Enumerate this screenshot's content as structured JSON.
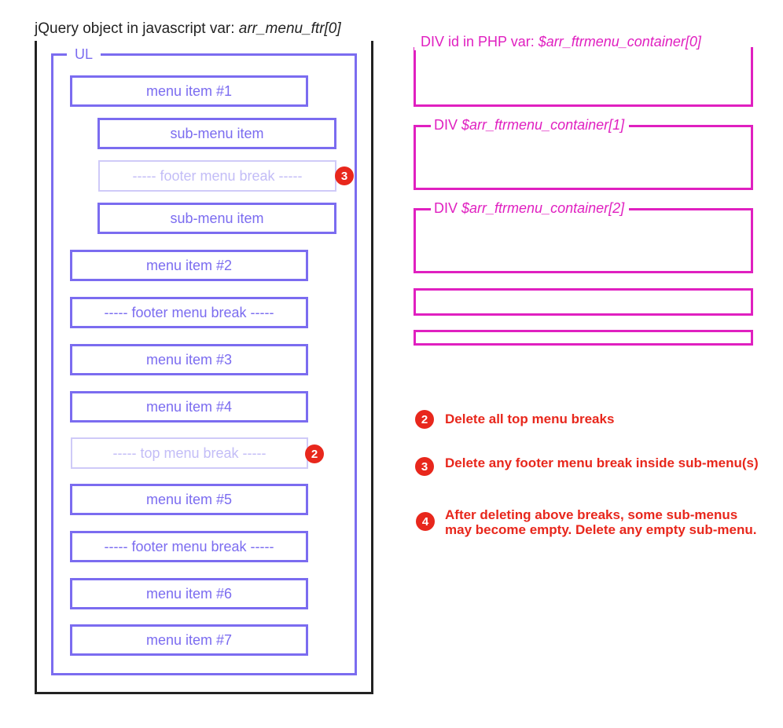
{
  "jquery_object": {
    "title_prefix": "jQuery object in javascript var: ",
    "title_var": "arr_menu_ftr[0]"
  },
  "ul": {
    "label": "UL"
  },
  "menu_items": [
    {
      "id": "menu-item-1",
      "label": "menu item #1",
      "faded": false
    },
    {
      "id": "sub-menu-item-1",
      "label": "sub-menu item",
      "faded": false
    },
    {
      "id": "footer-break-sub",
      "label": "----- footer menu break -----",
      "faded": true
    },
    {
      "id": "sub-menu-item-2",
      "label": "sub-menu item",
      "faded": false
    },
    {
      "id": "menu-item-2",
      "label": "menu item #2",
      "faded": false
    },
    {
      "id": "footer-break-1",
      "label": "----- footer menu break -----",
      "faded": false
    },
    {
      "id": "menu-item-3",
      "label": "menu item #3",
      "faded": false
    },
    {
      "id": "menu-item-4",
      "label": "menu item #4",
      "faded": false
    },
    {
      "id": "top-break",
      "label": "----- top menu break -----",
      "faded": true
    },
    {
      "id": "menu-item-5",
      "label": "menu item #5",
      "faded": false
    },
    {
      "id": "footer-break-2",
      "label": "----- footer menu break -----",
      "faded": false
    },
    {
      "id": "menu-item-6",
      "label": "menu item #6",
      "faded": false
    },
    {
      "id": "menu-item-7",
      "label": "menu item #7",
      "faded": false
    }
  ],
  "badges": {
    "footer_break_badge": "3",
    "top_break_badge": "2"
  },
  "containers": [
    {
      "prefix": "DIV id in PHP var: ",
      "var": "$arr_ftrmenu_container[0]"
    },
    {
      "prefix": "DIV ",
      "var": "$arr_ftrmenu_container[1]"
    },
    {
      "prefix": "DIV ",
      "var": "$arr_ftrmenu_container[2]"
    }
  ],
  "notes": [
    {
      "badge": "2",
      "text": "Delete all top menu breaks"
    },
    {
      "badge": "3",
      "text": "Delete any footer menu break inside sub-menu(s)"
    },
    {
      "badge": "4",
      "text": "After deleting above breaks, some sub-menus may become empty. Delete any empty sub-menu."
    }
  ],
  "colors": {
    "menu_item": "#7b6cf0",
    "menu_item_faded": "#cfcaf8",
    "container": "#e020c0",
    "note": "#e8271c",
    "frame": "#222222"
  }
}
